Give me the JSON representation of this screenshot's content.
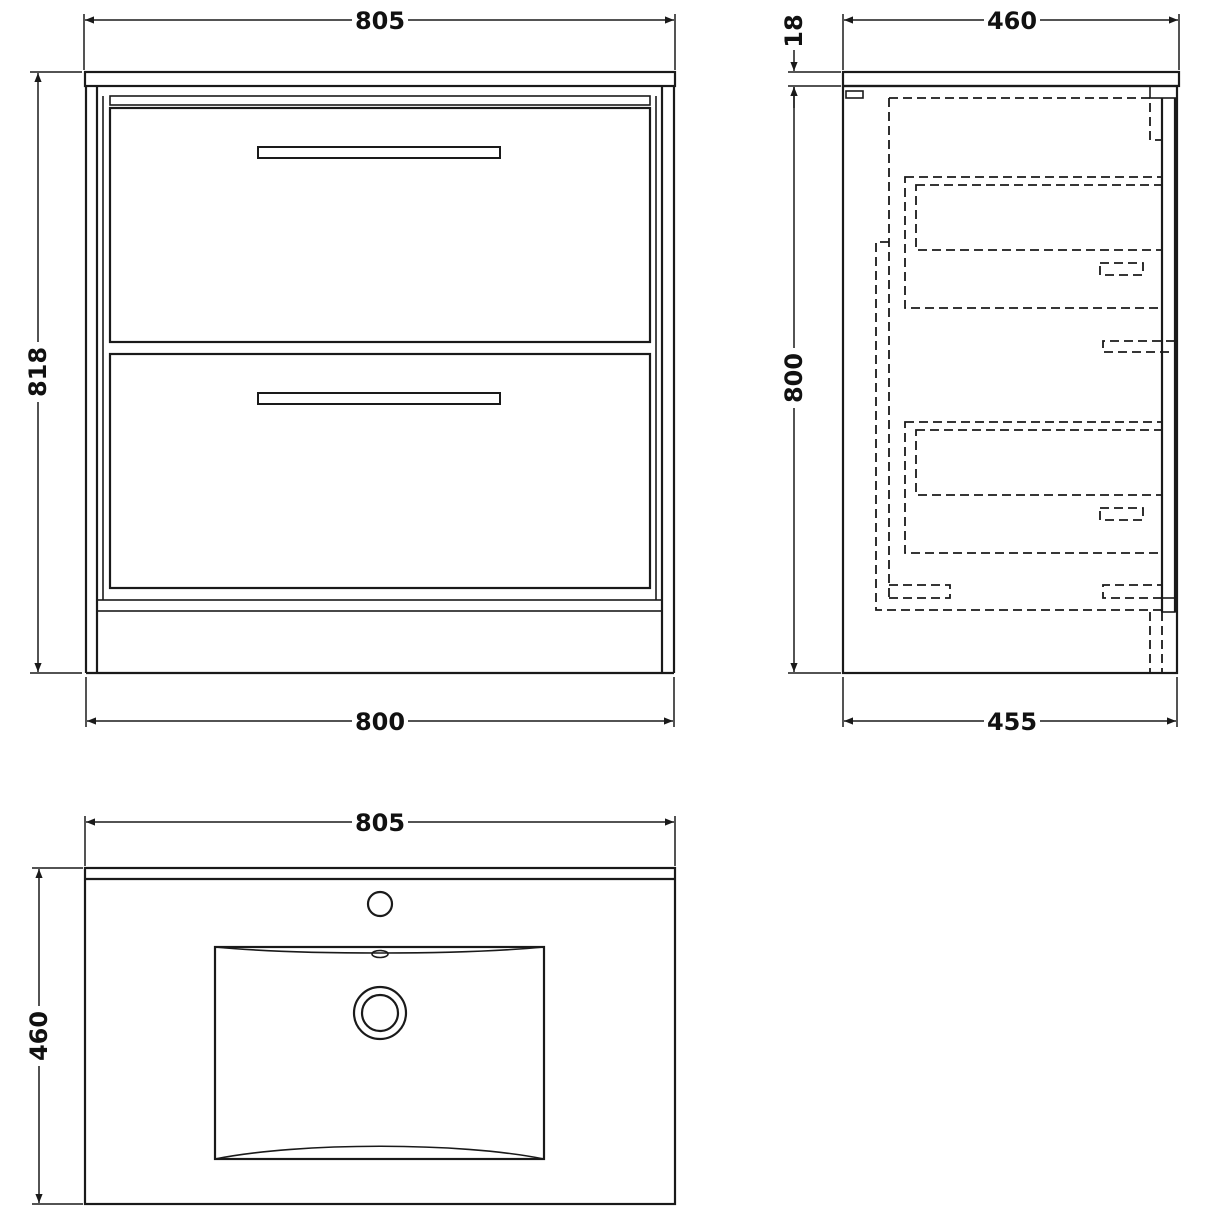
{
  "dimensions": {
    "front_top_width": "805",
    "front_height": "818",
    "front_bottom_width": "800",
    "side_top_width": "460",
    "side_top_thickness": "18",
    "side_height": "800",
    "side_bottom_width": "455",
    "plan_width": "805",
    "plan_depth": "460"
  }
}
